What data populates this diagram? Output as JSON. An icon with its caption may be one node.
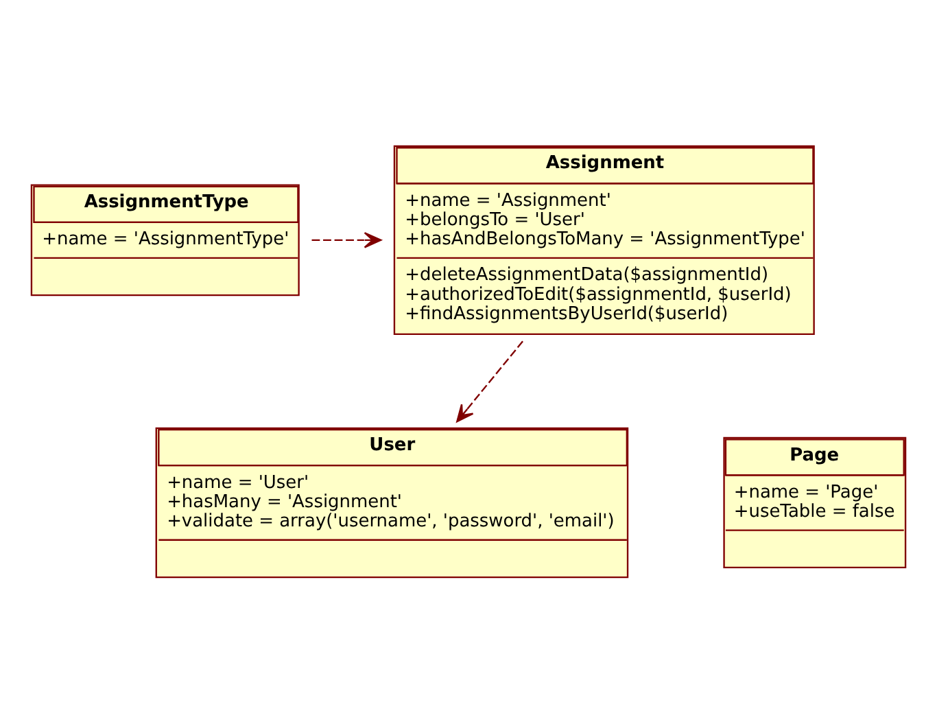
{
  "diagram": {
    "nodes": [
      {
        "text": [
          "User",
          "+name = 'User'",
          "+hasMany = 'Assignment'",
          "+validate = array('username', 'password', 'email')"
        ]
      },
      {
        "text": [
          "Assignment",
          "+name = 'Assignment'",
          "+belongsTo = 'User'",
          "+hasAndBelongsToMany = 'AssignmentType'",
          "+deleteAssignmentData($assignmentId)",
          "+authorizedToEdit($assignmentId, $userId)",
          "+findAssignmentsByUserId($userId)"
        ]
      },
      {
        "text": [
          "AssignmentType",
          "+name = 'AssignmentType'"
        ]
      },
      {
        "text": [
          "Page",
          "+name = 'Page'",
          "+useTable = false"
        ]
      }
    ],
    "edges": [
      {
        "from": 1,
        "to": 0,
        "arrow": "to",
        "style": "dashed"
      },
      {
        "from": 2,
        "to": 1,
        "arrow": "to",
        "style": "dashed"
      }
    ]
  }
}
